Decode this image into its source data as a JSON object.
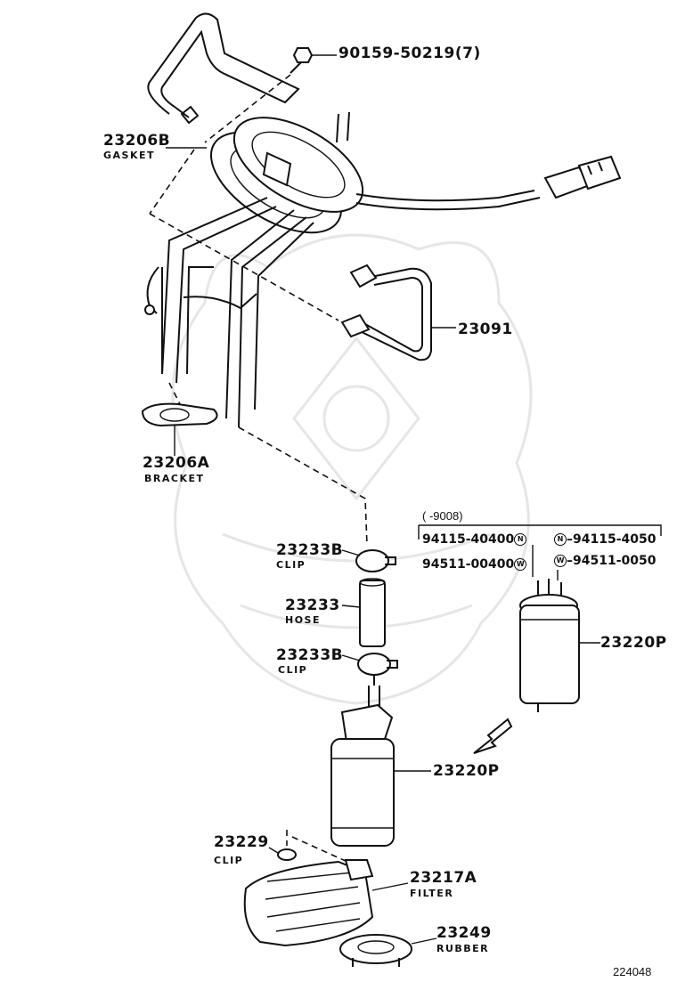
{
  "labels": {
    "bolt": "90159-50219(7)",
    "gasket_pn": "23206B",
    "gasket_name": "GASKET",
    "tube_pn": "23091",
    "bracket_pn": "23206A",
    "bracket_name": "BRACKET",
    "date_range": "(      -9008)",
    "pump_kit_1": "94115-40400",
    "pump_kit_2": "94115-4050",
    "pump_kit_3": "94511-00400",
    "pump_kit_4": "94511-0050",
    "clip_top_pn": "23233B",
    "clip_top_name": "CLIP",
    "hose_pn": "23233",
    "hose_name": "HOSE",
    "clip_bottom_pn": "23233B",
    "clip_bottom_name": "CLIP",
    "pump_alt_pn": "23220P",
    "pump_pn": "23220P",
    "clip_small_pn": "23229",
    "clip_small_name": "CLIP",
    "filter_pn": "23217A",
    "filter_name": "FILTER",
    "rubber_pn": "23249",
    "rubber_name": "RUBBER",
    "illustration_no": "224048"
  },
  "marks": {
    "n": "N",
    "w": "W"
  }
}
